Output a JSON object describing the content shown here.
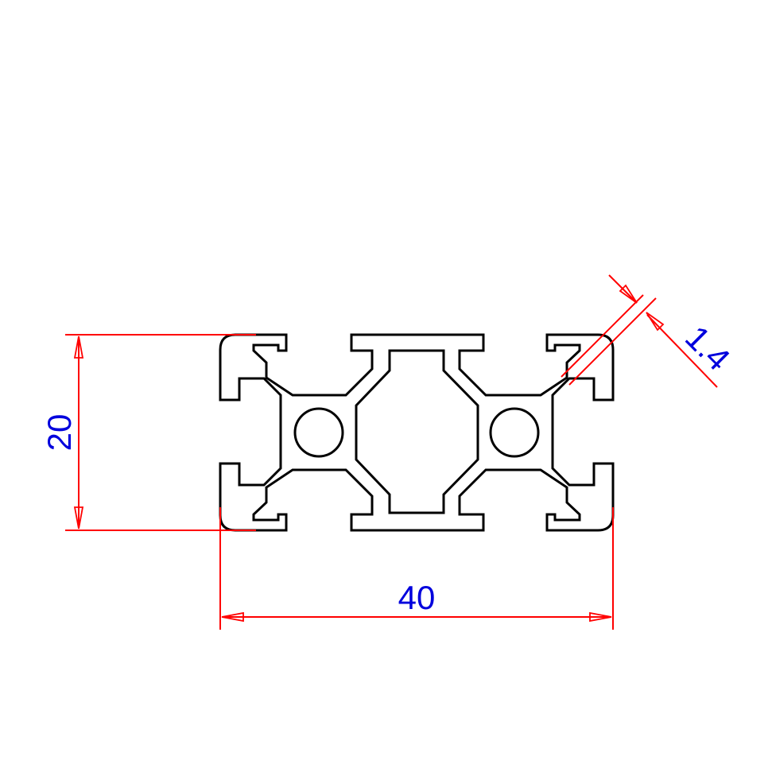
{
  "dimensions": {
    "height": {
      "value": "20"
    },
    "width": {
      "value": "40"
    },
    "wall_thickness": {
      "value": "1.4"
    }
  },
  "colors": {
    "profile_outline": "#000000",
    "dimension_lines": "#ff0000",
    "dimension_text": "#0000dd",
    "background": "#ffffff"
  },
  "icons": [
    "aluminium-extrusion-profile-icon"
  ]
}
